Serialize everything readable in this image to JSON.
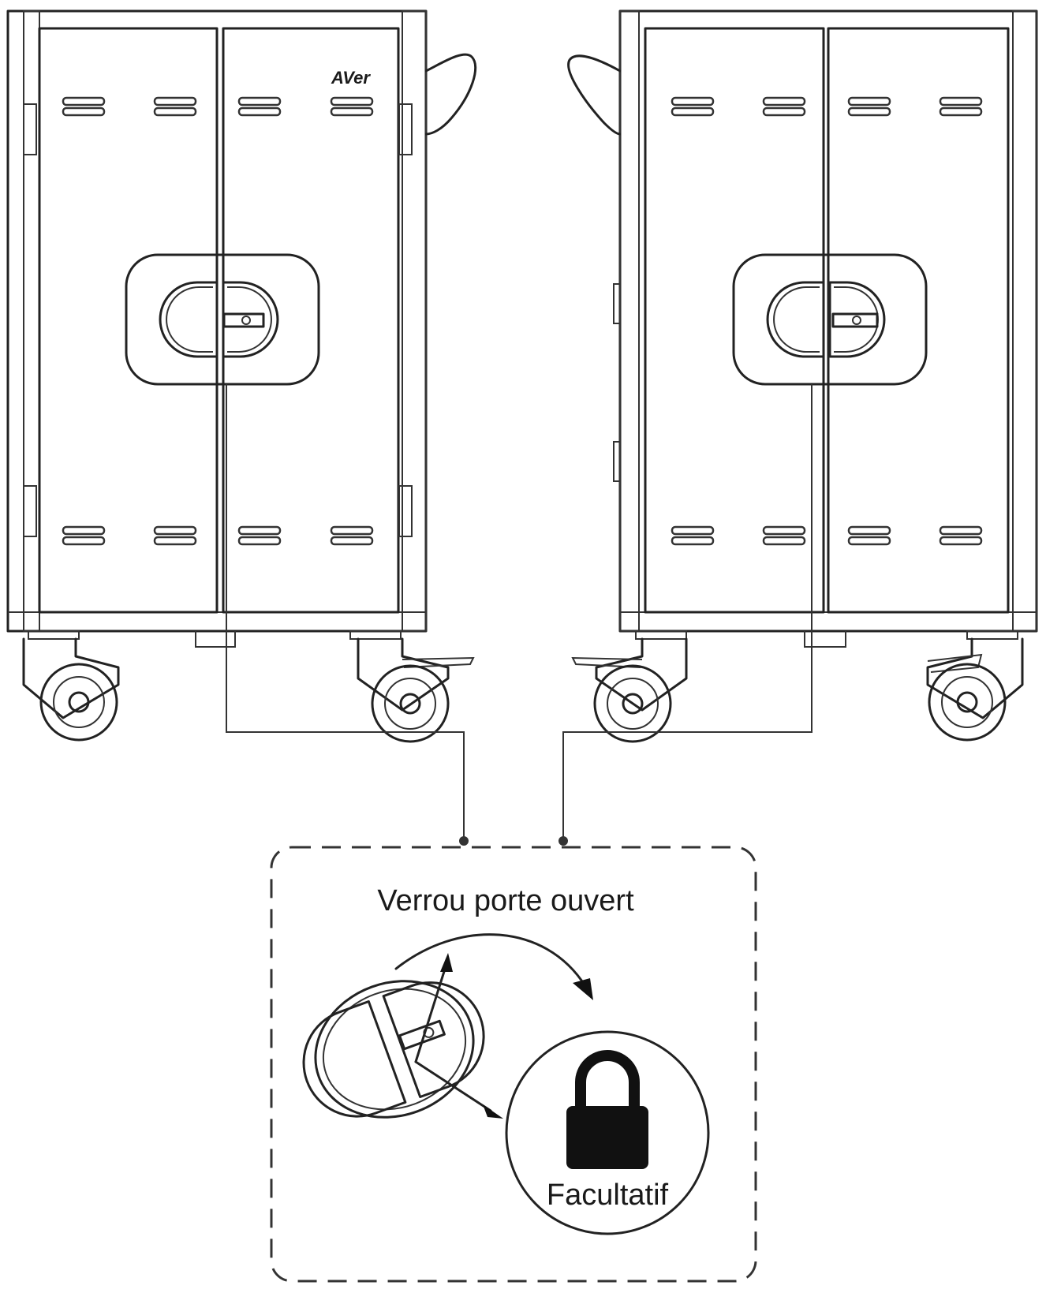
{
  "brand": {
    "logo_text": "AVer"
  },
  "callout": {
    "title": "Verrou porte ouvert",
    "padlock_label": "Facultatif"
  },
  "colors": {
    "line": "#222222",
    "background": "#ffffff"
  },
  "icons": {
    "padlock": "padlock-icon",
    "rotate_arrow": "curved-arrow-icon"
  }
}
